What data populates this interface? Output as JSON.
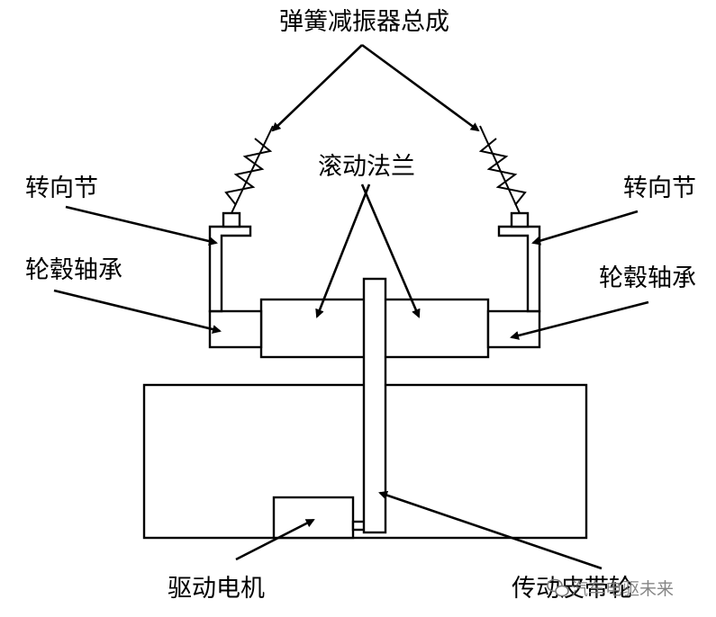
{
  "labels": {
    "spring_damper": "弹簧减振器总成",
    "knuckle": "转向节",
    "rolling_flange": "滚动法兰",
    "hub_bearing": "轮毂轴承",
    "drive_motor": "驱动电机",
    "belt_wheel": "传动皮带轮"
  },
  "watermark": {
    "text": "汽车电驱未来",
    "icon": "wechat-logo-icon"
  },
  "colors": {
    "line": "#000000",
    "background": "#ffffff",
    "watermark": "#7a7a7a"
  }
}
